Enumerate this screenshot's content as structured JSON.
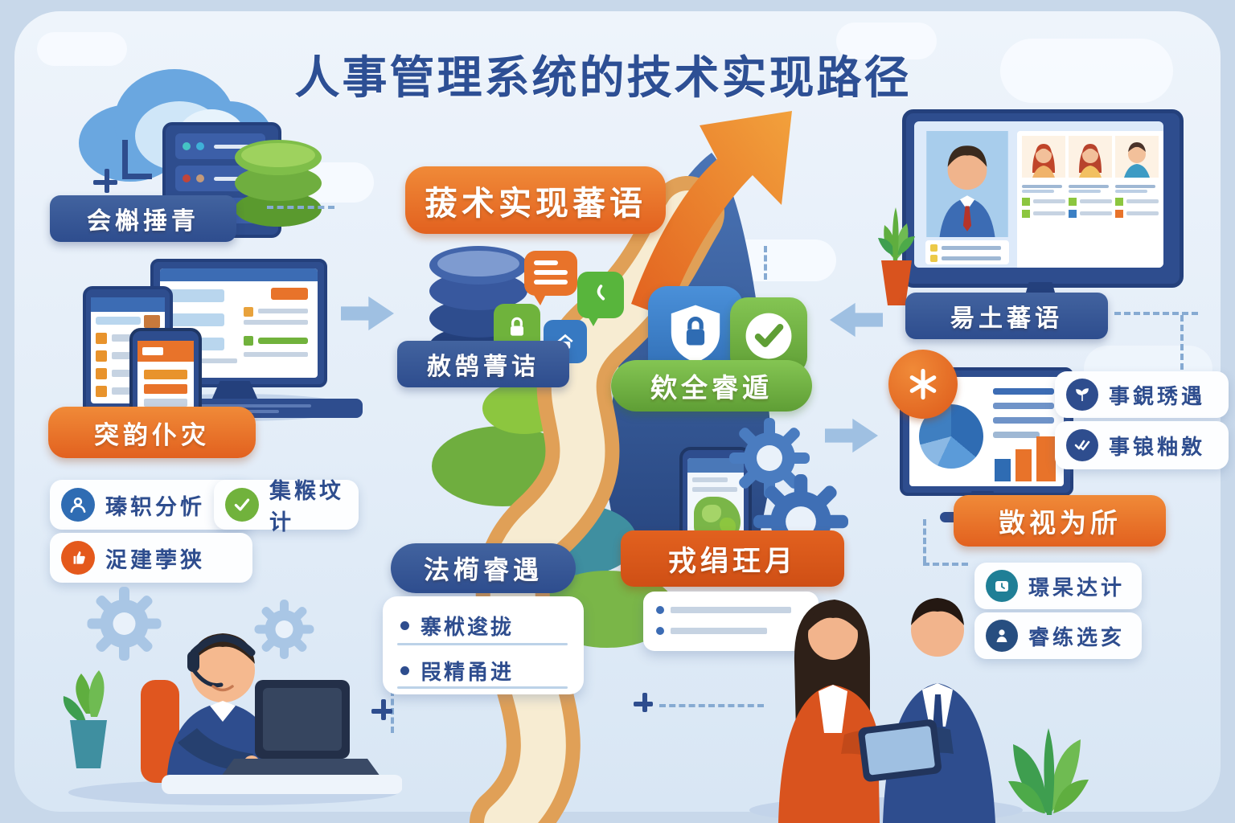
{
  "title": "人事管理系统的技术实现路径",
  "banners": {
    "cloud_storage": "会槲捶青",
    "tech_path": "菝术实现蕃语",
    "data_mgmt": "赦鹄菁诘",
    "security": "欸全睿遁",
    "employee": "昜土蕃语",
    "implementation": "突韵仆灾",
    "process": "法槆睿遇",
    "system_app": "戎绢玨月",
    "analysis": "敳视为斦"
  },
  "process_items": [
    {
      "label": "寨栿逡拢"
    },
    {
      "label": "叚精甬进"
    }
  ],
  "chips_left": [
    {
      "icon": "user-icon",
      "label": "瑧轵分忻",
      "accent": "#2f6cb3"
    },
    {
      "icon": "check-icon",
      "label": "集糇坟计",
      "accent": "#71b23c"
    },
    {
      "icon": "hand-icon",
      "label": "浞建荸狭",
      "accent": "#e4591c"
    }
  ],
  "chips_right_top": [
    {
      "icon": "sprout-icon",
      "label": "事鋧琇遇",
      "accent": "#2e4d8e"
    },
    {
      "icon": "double-check-icon",
      "label": "事锒粙敫",
      "accent": "#2e4d8e"
    }
  ],
  "chips_right_bottom": [
    {
      "icon": "clock-icon",
      "label": "璟杲达计",
      "accent": "#1f7f96"
    },
    {
      "icon": "person-icon",
      "label": "睿练选亥",
      "accent": "#274e80"
    }
  ],
  "colors": {
    "background": "#c8d8ea",
    "panel": "#e9f1fa",
    "navy": "#2e4d8e",
    "blue": "#3c6cb4",
    "orange": "#e8732a",
    "deep_orange": "#d9571f",
    "green": "#6fb33c",
    "light_blue": "#a9c6e5"
  }
}
